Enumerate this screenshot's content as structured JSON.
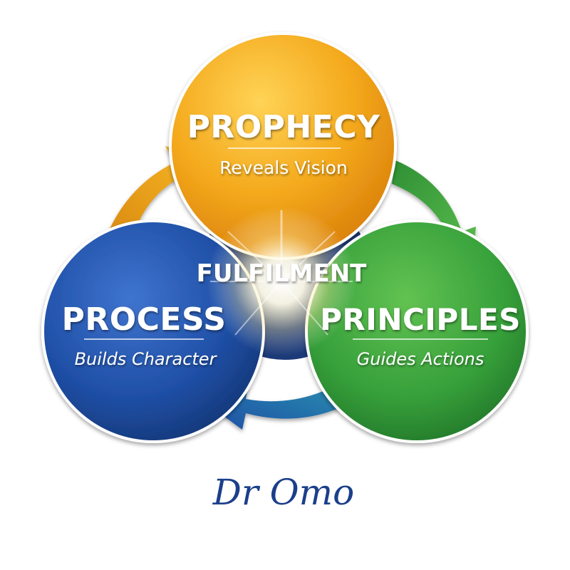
{
  "diagram": {
    "center": {
      "label": "FULFILMENT"
    },
    "nodes": [
      {
        "id": "prophecy",
        "title": "PROPHECY",
        "subtitle": "Reveals Vision",
        "color": "#f2a81d"
      },
      {
        "id": "process",
        "title": "PROCESS",
        "subtitle": "Builds Character",
        "color": "#1f4fa6"
      },
      {
        "id": "principles",
        "title": "PRINCIPLES",
        "subtitle": "Guides Actions",
        "color": "#3aa33c"
      }
    ],
    "arrows": [
      {
        "from": "process",
        "to": "prophecy",
        "color": "#f0a51a"
      },
      {
        "from": "prophecy",
        "to": "principles",
        "color": "#3aa33c"
      },
      {
        "from": "principles",
        "to": "process",
        "color": "#1f4fa6"
      }
    ]
  },
  "signature": {
    "text": "Dr Omo"
  }
}
